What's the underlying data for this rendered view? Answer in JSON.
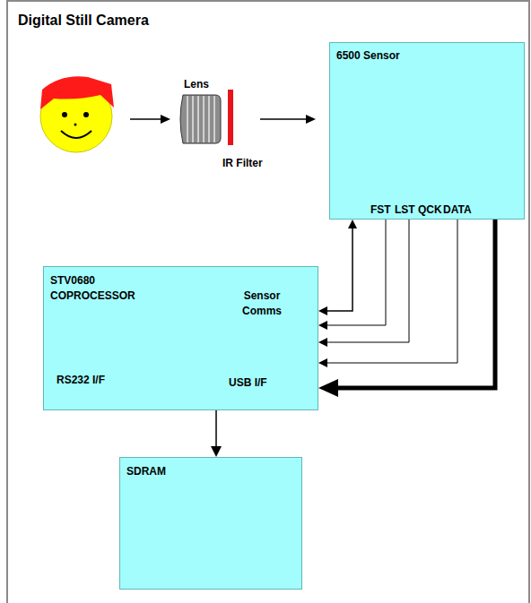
{
  "diagram": {
    "title": "Digital Still Camera",
    "nodes": [
      {
        "text": [
          "6500 Sensor"
        ]
      },
      {
        "text": [
          "STV0680 COPROCESSOR",
          "Sensor Comms",
          "RS232 I/F",
          "USB I/F"
        ]
      },
      {
        "text": [
          "SDRAM"
        ]
      }
    ],
    "edges": [
      {
        "from": 1,
        "to": 0,
        "arrow": "both"
      },
      {
        "from": 0,
        "to": 1,
        "label": "FST",
        "arrow": "to"
      },
      {
        "from": 0,
        "to": 1,
        "label": "LST",
        "arrow": "to"
      },
      {
        "from": 0,
        "to": 1,
        "label": "QCK",
        "arrow": "to"
      },
      {
        "from": 0,
        "to": 1,
        "label": "DATA",
        "arrow": "to"
      },
      {
        "from": 1,
        "to": 2,
        "arrow": "to"
      }
    ],
    "labels": [
      "Lens",
      "IR Filter"
    ]
  }
}
